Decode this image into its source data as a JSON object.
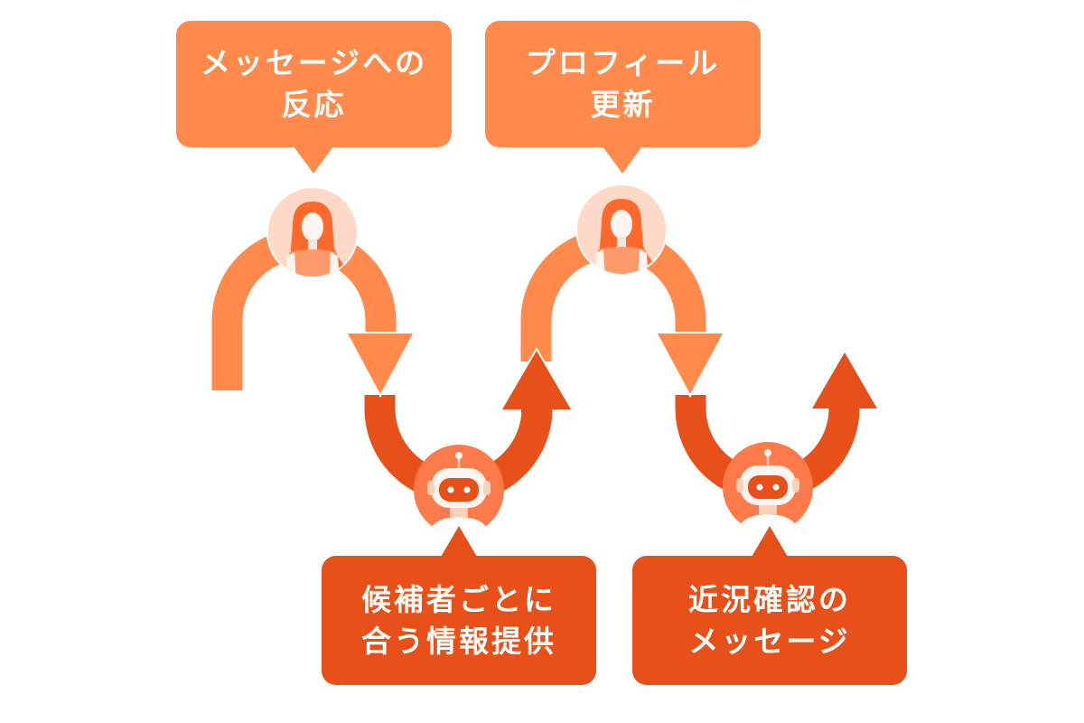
{
  "colors": {
    "user_step": "#ff8a4c",
    "bot_step": "#e8501a",
    "user_avatar_bg": "#ffd9c7",
    "bot_avatar_bg": "#ff7a4a",
    "background": "#ffffff"
  },
  "steps": [
    {
      "actor": "user",
      "icon": "woman-avatar-icon",
      "lines": [
        "メッセージへの",
        "反応"
      ]
    },
    {
      "actor": "bot",
      "icon": "robot-avatar-icon",
      "lines": [
        "候補者ごとに",
        "合う情報提供"
      ]
    },
    {
      "actor": "user",
      "icon": "woman-avatar-icon",
      "lines": [
        "プロフィール",
        "更新"
      ]
    },
    {
      "actor": "bot",
      "icon": "robot-avatar-icon",
      "lines": [
        "近況確認の",
        "メッセージ"
      ]
    }
  ]
}
